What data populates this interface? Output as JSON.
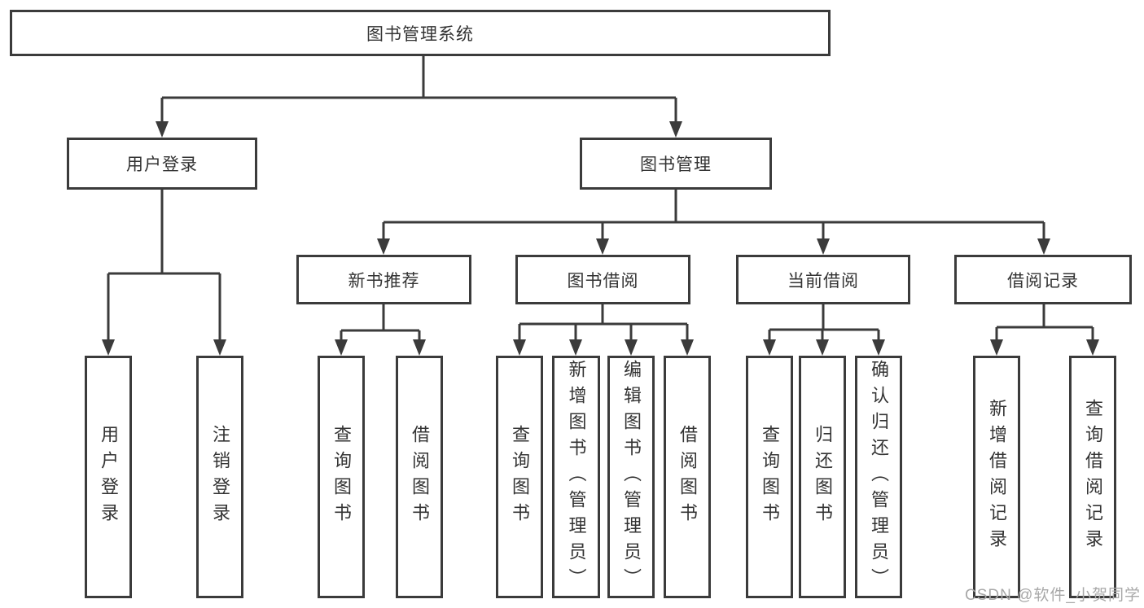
{
  "diagram": {
    "title": "图书管理系统",
    "root": {
      "label": "图书管理系统"
    },
    "branches": [
      {
        "label": "用户登录",
        "children": [
          {
            "label": "用户登录"
          },
          {
            "label": "注销登录"
          }
        ]
      },
      {
        "label": "图书管理",
        "groups": [
          {
            "label": "新书推荐",
            "children": [
              {
                "label": "查询图书"
              },
              {
                "label": "借阅图书"
              }
            ]
          },
          {
            "label": "图书借阅",
            "children": [
              {
                "label": "查询图书"
              },
              {
                "label": "新增图书（管理员）"
              },
              {
                "label": "编辑图书（管理员）"
              },
              {
                "label": "借阅图书"
              }
            ]
          },
          {
            "label": "当前借阅",
            "children": [
              {
                "label": "查询图书"
              },
              {
                "label": "归还图书"
              },
              {
                "label": "确认归还（管理员）"
              }
            ]
          },
          {
            "label": "借阅记录",
            "children": [
              {
                "label": "新增借阅记录"
              },
              {
                "label": "查询借阅记录"
              }
            ]
          }
        ]
      }
    ]
  },
  "watermark": {
    "text": "CSDN @软件_小贺同学"
  },
  "colors": {
    "line": "#3b3b3b",
    "node_border": "#3b3b3b",
    "node_text": "#333333",
    "watermark": "#a8a8a8",
    "background": "#ffffff"
  }
}
